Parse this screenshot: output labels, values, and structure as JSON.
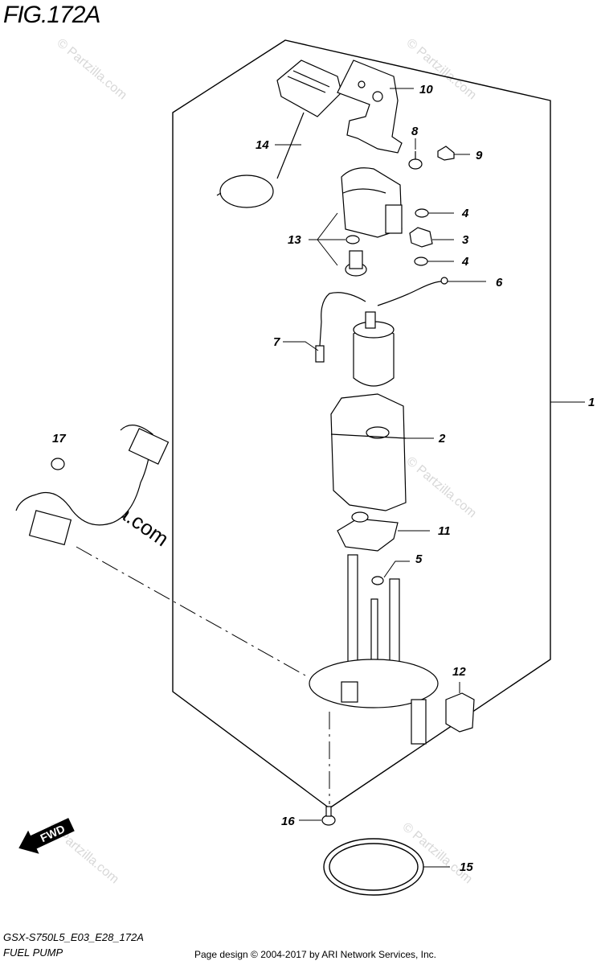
{
  "figure": {
    "title": "FIG.172A",
    "model_code": "GSX-S750L5_E03_E28_172A",
    "section_name": "FUEL PUMP",
    "footer_credit": "Page design © 2004-2017 by ARI Network Services, Inc."
  },
  "watermark": {
    "text": "Partzilla.com",
    "small_text": "© Partzilla.com"
  },
  "direction_marker": {
    "label": "FWD"
  },
  "callouts": {
    "c1": "1",
    "c2": "2",
    "c3": "3",
    "c4a": "4",
    "c4b": "4",
    "c5": "5",
    "c6": "6",
    "c7": "7",
    "c8": "8",
    "c9": "9",
    "c10": "10",
    "c11": "11",
    "c12": "12",
    "c13": "13",
    "c14": "14",
    "c15": "15",
    "c16": "16",
    "c17": "17"
  },
  "colors": {
    "line": "#000000",
    "watermark": "#d8d8d8",
    "background": "#ffffff"
  }
}
